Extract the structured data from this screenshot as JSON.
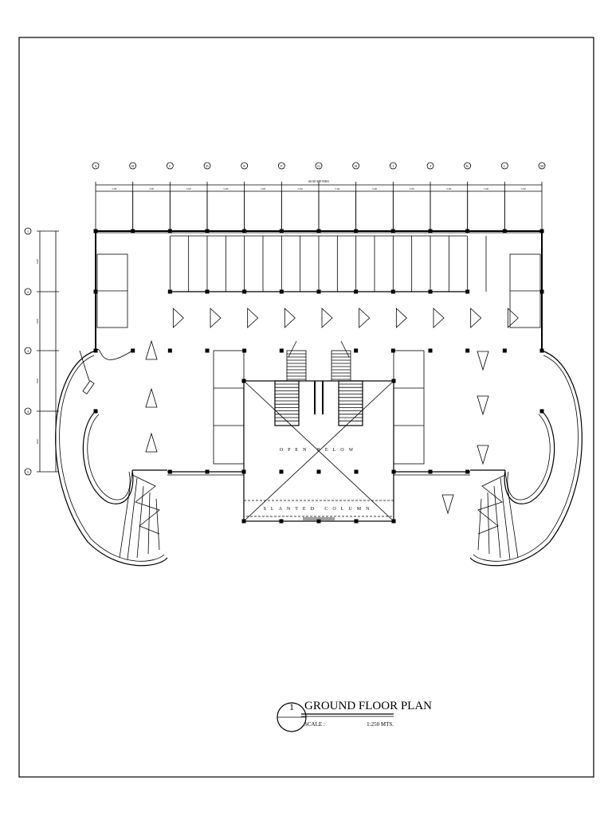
{
  "plan": {
    "grid_columns": [
      "A",
      "B",
      "C",
      "D",
      "E",
      "F",
      "G",
      "H",
      "I",
      "J",
      "K",
      "L",
      "M"
    ],
    "grid_rows": [
      "1",
      "2",
      "3",
      "4",
      "5"
    ],
    "overall_dimension": "60.00 METERS",
    "bay_dimensions": [
      "5.00",
      "5.00",
      "5.00",
      "5.00",
      "5.00",
      "5.00",
      "5.00",
      "5.00",
      "5.00",
      "5.00",
      "5.00",
      "5.00"
    ],
    "row_dimensions": [
      "8.00",
      "8.00",
      "8.00",
      "8.00"
    ],
    "open_below_label": "OPEN BELOW",
    "slanted_column_label": "SLANTED COLUMN"
  },
  "title_block": {
    "number": "1",
    "title": "GROUND FLOOR PLAN",
    "scale_label": "SCALE :",
    "scale_value": "1:250 MTS."
  }
}
